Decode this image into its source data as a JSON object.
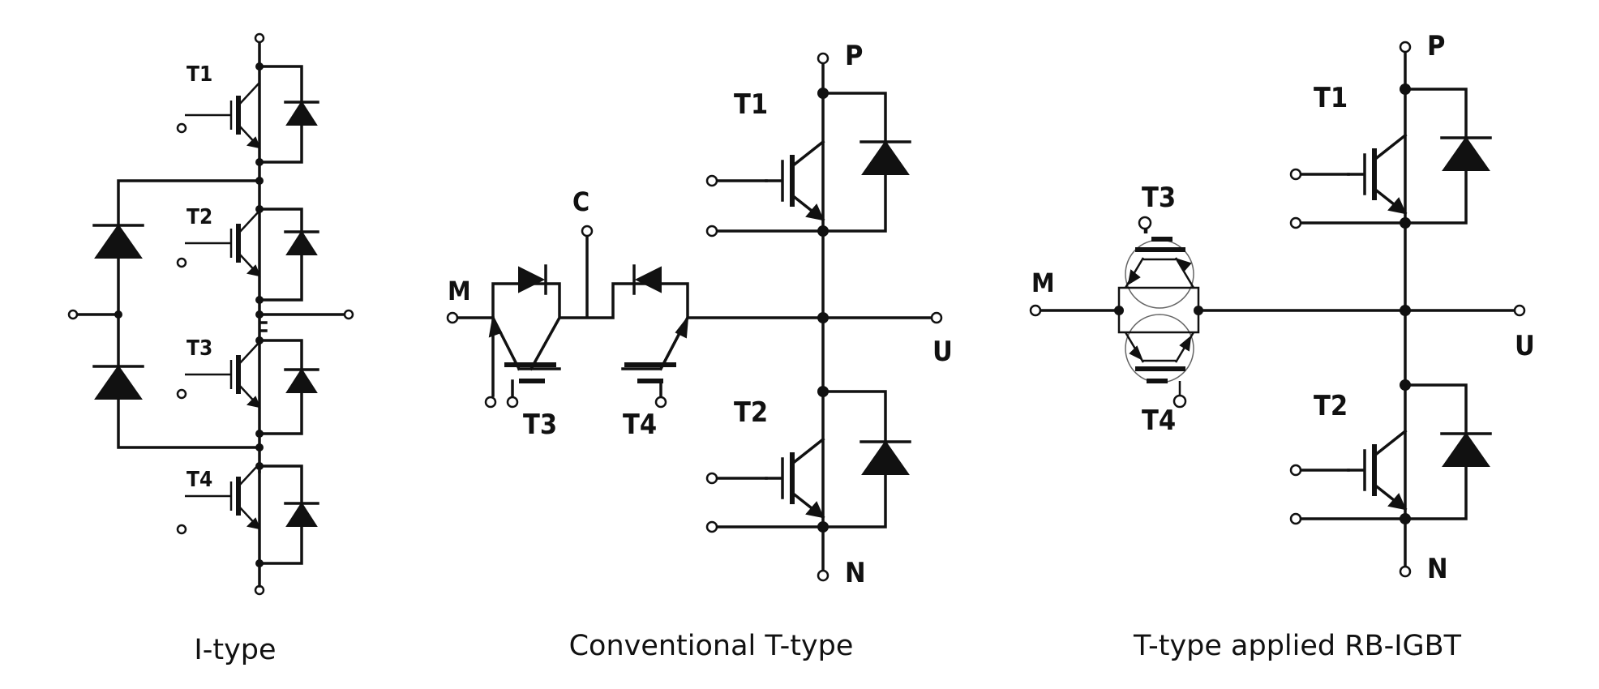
{
  "panels": [
    {
      "caption": "I-type",
      "labels": {
        "t1": "T1",
        "t2": "T2",
        "t3": "T3",
        "t4": "T4"
      }
    },
    {
      "caption": "Conventional T-type",
      "labels": {
        "p": "P",
        "n": "N",
        "u": "U",
        "m": "M",
        "c": "C",
        "t1": "T1",
        "t2": "T2",
        "t3": "T3",
        "t4": "T4"
      }
    },
    {
      "caption": "T-type applied RB-IGBT",
      "labels": {
        "p": "P",
        "n": "N",
        "u": "U",
        "m": "M",
        "t1": "T1",
        "t2": "T2",
        "t3": "T3",
        "t4": "T4"
      }
    }
  ]
}
